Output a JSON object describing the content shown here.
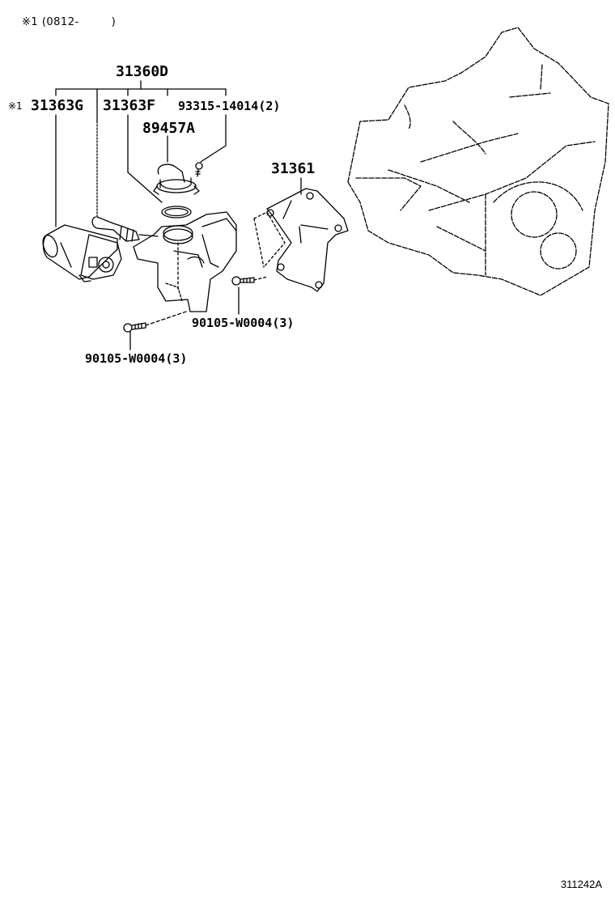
{
  "note": {
    "marker": "※1",
    "range_open": "(0812-",
    "range_close": ")"
  },
  "labels": {
    "assembly": "31360D",
    "marker_31363G": "※1",
    "part_31363G": "31363G",
    "part_31363F": "31363F",
    "bolt_93315": "93315-14014(2)",
    "part_89457A": "89457A",
    "bracket_31361": "31361",
    "bolt_90105_right": "90105-W0004(3)",
    "bolt_90105_left": "90105-W0004(3)"
  },
  "footer": {
    "illustration_id": "311242A"
  },
  "colors": {
    "line": "#000000",
    "background": "#ffffff"
  }
}
